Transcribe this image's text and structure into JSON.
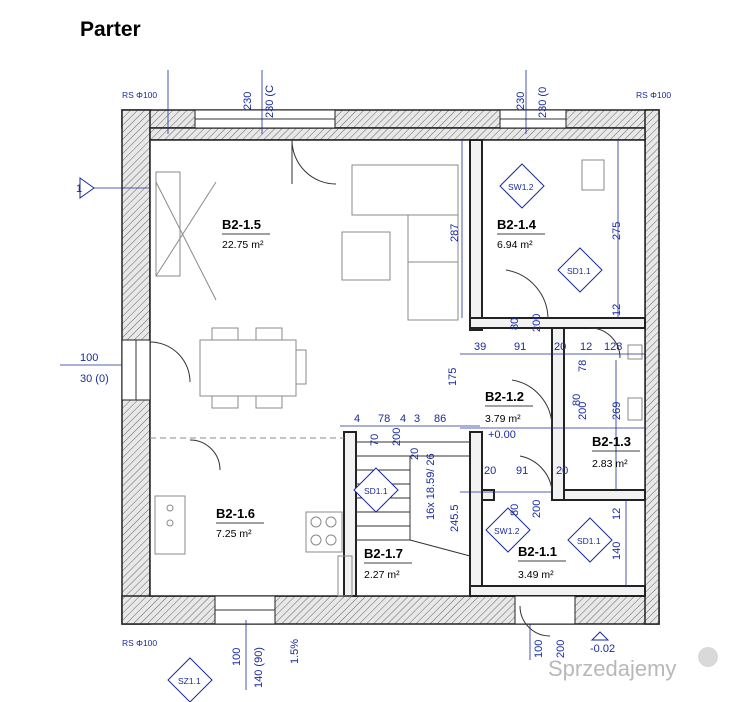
{
  "title": "Parter",
  "rooms": [
    {
      "id": "B2-1.5",
      "area": "22.75 m²"
    },
    {
      "id": "B2-1.4",
      "area": "6.94 m²"
    },
    {
      "id": "B2-1.2",
      "area": "3.79 m²"
    },
    {
      "id": "B2-1.3",
      "area": "2.83 m²"
    },
    {
      "id": "B2-1.6",
      "area": "7.25 m²"
    },
    {
      "id": "B2-1.7",
      "area": "2.27 m²"
    },
    {
      "id": "B2-1.1",
      "area": "3.49 m²"
    }
  ],
  "level_top": "+0.00",
  "level_bottom": "-0.02",
  "tags": {
    "rs_left_top": "RS Φ100",
    "rs_right_top": "RS Φ100",
    "rs_left_bottom": "RS Φ100",
    "sw_1": "SW1.2",
    "sw_2": "SW1.2",
    "sd_1": "SD1.1",
    "sd_2": "SD1.1",
    "sd_3": "SD1.1",
    "sz": "SZ1.1",
    "slope": "1.5%",
    "left_marker": "1",
    "left_100": "100",
    "left_130": "30 (0)"
  },
  "dims": {
    "top_230a": "230",
    "top_230b": "230 (C",
    "top_230c": "230",
    "top_230d": "230 (0",
    "v_287": "287",
    "v_275": "275",
    "v_12a": "12",
    "v_80a": "80",
    "v_200a": "200",
    "h_39": "39",
    "h_91": "91",
    "h_20a": "20",
    "h_12": "12",
    "h_128": "128",
    "v_78a": "78",
    "v_175": "175",
    "v_80b": "80",
    "v_200b": "200",
    "v_269": "269",
    "h_4a": "4",
    "h_78": "78",
    "h_4b": "4",
    "h_3": "3",
    "h_86": "86",
    "v_70": "70",
    "v_200c": "200",
    "v_20": "20",
    "stair": "16x 18.59/ 26",
    "v_2455": "245.5",
    "h_20b": "20",
    "h_91b": "91",
    "h_20c": "20",
    "v_80c": "80",
    "v_200d": "200",
    "v_12b": "12",
    "v_140": "140",
    "b_100a": "100",
    "b_140": "140 (90)",
    "b_100b": "100",
    "b_200": "200"
  },
  "watermark": "Sprzedajemy"
}
